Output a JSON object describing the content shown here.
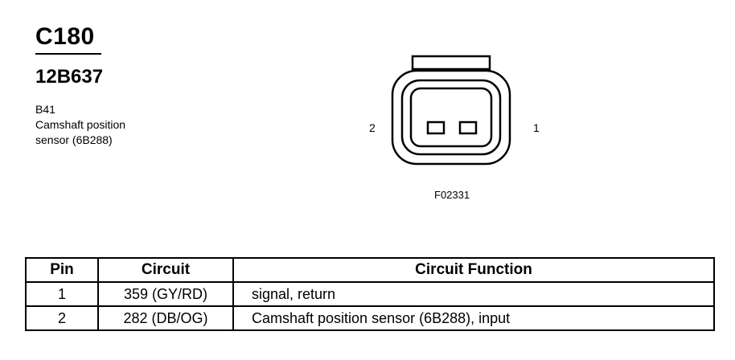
{
  "connector": {
    "id": "C180",
    "part_number": "12B637",
    "component_code": "B41",
    "description_line1": "Camshaft position",
    "description_line2": "sensor (6B288)"
  },
  "figure": {
    "pin_left_label": "2",
    "pin_right_label": "1",
    "figure_id": "F02331"
  },
  "table": {
    "headers": [
      "Pin",
      "Circuit",
      "Circuit Function"
    ],
    "rows": [
      {
        "pin": "1",
        "circuit": "359 (GY/RD)",
        "function": "signal, return"
      },
      {
        "pin": "2",
        "circuit": "282 (DB/OG)",
        "function": "Camshaft position sensor (6B288), input"
      }
    ]
  }
}
